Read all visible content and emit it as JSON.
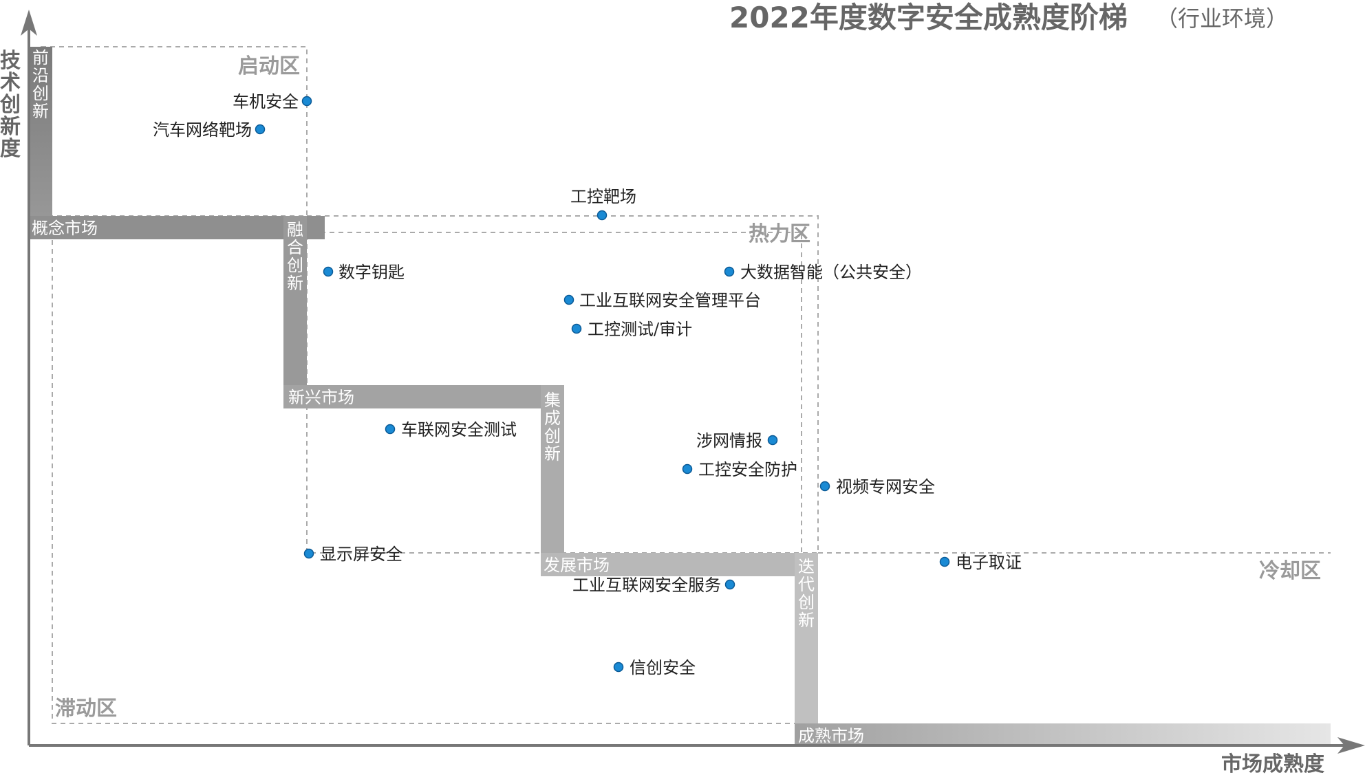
{
  "title": {
    "main": "2022年度数字安全成熟度阶梯",
    "sub": "（行业环境）"
  },
  "axes": {
    "y_label": [
      "技",
      "术",
      "创",
      "新",
      "度"
    ],
    "x_label": "市场成熟度"
  },
  "zones": {
    "start": "启动区",
    "hot": "热力区",
    "cool": "冷却区",
    "stagnant": "滞动区"
  },
  "stair_labels": {
    "frontier_innovation": [
      "前",
      "沿",
      "创",
      "新"
    ],
    "concept_market": "概念市场",
    "fusion_innovation": [
      "融",
      "合",
      "创",
      "新"
    ],
    "emerging_market": "新兴市场",
    "integration_innovation": [
      "集",
      "成",
      "创",
      "新"
    ],
    "development_market": "发展市场",
    "iteration_innovation": [
      "迭",
      "代",
      "创",
      "新"
    ],
    "mature_market": "成熟市场"
  },
  "items": [
    {
      "label": "车机安全"
    },
    {
      "label": "汽车网络靶场"
    },
    {
      "label": "工控靶场"
    },
    {
      "label": "数字钥匙"
    },
    {
      "label": "大数据智能（公共安全）"
    },
    {
      "label": "工业互联网安全管理平台"
    },
    {
      "label": "工控测试/审计"
    },
    {
      "label": "车联网安全测试"
    },
    {
      "label": "涉网情报"
    },
    {
      "label": "工控安全防护"
    },
    {
      "label": "视频专网安全"
    },
    {
      "label": "显示屏安全"
    },
    {
      "label": "电子取证"
    },
    {
      "label": "工业互联网安全服务"
    },
    {
      "label": "信创安全"
    }
  ],
  "colors": {
    "dot": "#1a8ad4",
    "dot_stroke": "#0b5a96",
    "stair_dark": "#8a8a8a",
    "stair_mid": "#a8a8a8",
    "stair_light": "#c4c4c4",
    "text": "#222222",
    "zone_text": "#9a9a9a",
    "dash": "#aaaaaa"
  }
}
